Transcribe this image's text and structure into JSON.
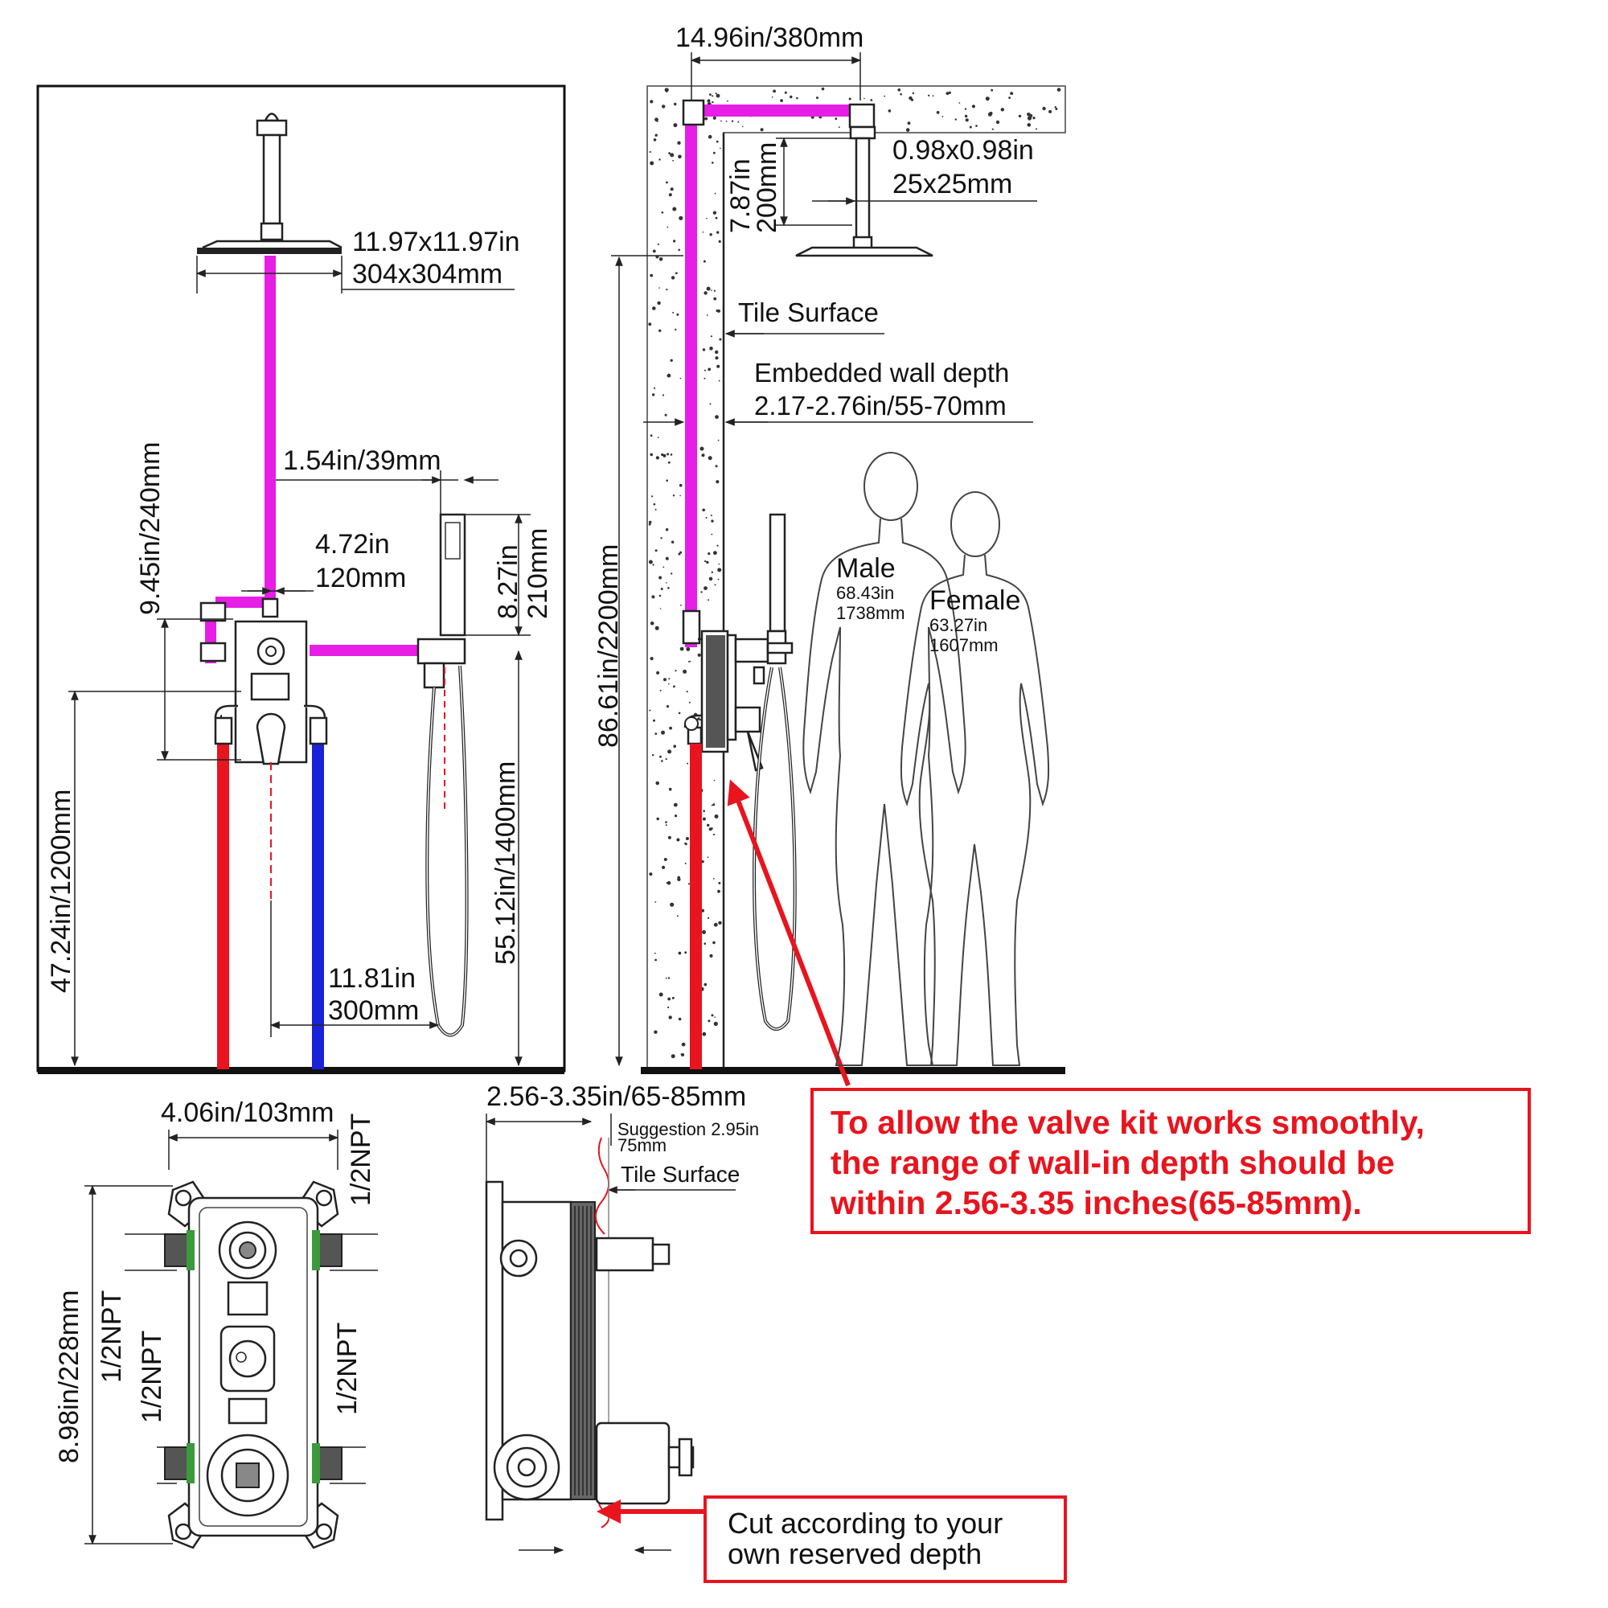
{
  "front_view": {
    "shower_head_size_in": "11.97x11.97in",
    "shower_head_size_mm": "304x304mm",
    "offset": "1.54in/39mm",
    "valve_to_arm_in": "4.72in",
    "valve_to_arm_mm": "120mm",
    "valve_to_pipe": "9.45in/240mm",
    "handheld_height_in": "8.27in",
    "handheld_height_mm": "210mm",
    "valve_height": "47.24in/1200mm",
    "holder_height": "55.12in/1400mm",
    "pipe_spacing_in": "11.81in",
    "pipe_spacing_mm": "300mm"
  },
  "side_view": {
    "arm_length": "14.96in/380mm",
    "drop_in": "7.87in",
    "drop_mm": "200mm",
    "flange_in": "0.98x0.98in",
    "flange_mm": "25x25mm",
    "tile_surface": "Tile Surface",
    "embed_title": "Embedded wall depth",
    "embed_value": "2.17-2.76in/55-70mm",
    "total_height": "86.61in/2200mm",
    "male_label": "Male",
    "male_in": "68.43in",
    "male_mm": "1738mm",
    "female_label": "Female",
    "female_in": "63.27in",
    "female_mm": "1607mm"
  },
  "valve_front": {
    "width": "4.06in/103mm",
    "height": "8.98in/228mm",
    "npt_top": "1/2NPT",
    "npt_left1": "1/2NPT",
    "npt_left2": "1/2NPT",
    "npt_right": "1/2NPT"
  },
  "valve_side": {
    "depth_range": "2.56-3.35in/65-85mm",
    "suggestion_in": "Suggestion 2.95in",
    "suggestion_mm": "75mm",
    "tile_surface": "Tile Surface"
  },
  "notes": {
    "warning_line1": "To allow the valve kit works smoothly,",
    "warning_line2": "the range of wall-in depth should be",
    "warning_line3": "within 2.56-3.35 inches(65-85mm).",
    "cut_line1": "Cut according to your",
    "cut_line2": "own reserved depth"
  },
  "colors": {
    "hot_pipe": "#e8141e",
    "cold_pipe": "#1a22d8",
    "mixed_pipe": "#e61ee6",
    "warning": "#e8141e"
  }
}
